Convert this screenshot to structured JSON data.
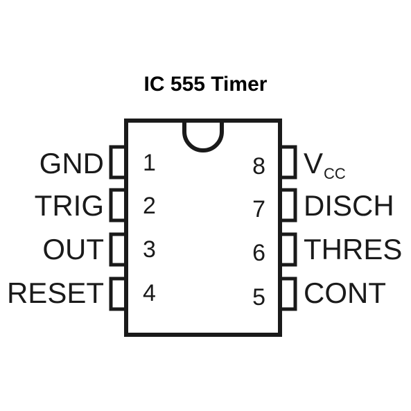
{
  "title": "IC 555 Timer",
  "colors": {
    "stroke": "#1a1a1a",
    "background": "#ffffff"
  },
  "pins": {
    "left": [
      {
        "number": "1",
        "name": "GND"
      },
      {
        "number": "2",
        "name": "TRIG"
      },
      {
        "number": "3",
        "name": "OUT"
      },
      {
        "number": "4",
        "name": "RESET"
      }
    ],
    "right": [
      {
        "number": "8",
        "name": "V",
        "sub": "CC"
      },
      {
        "number": "7",
        "name": "DISCH"
      },
      {
        "number": "6",
        "name": "THRES"
      },
      {
        "number": "5",
        "name": "CONT"
      }
    ]
  }
}
